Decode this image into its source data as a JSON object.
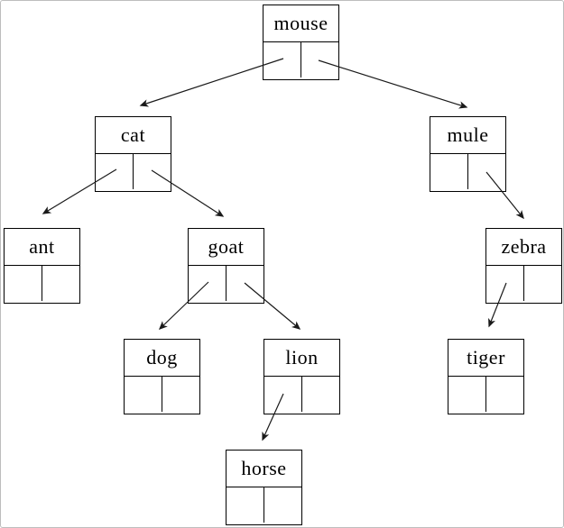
{
  "diagram": {
    "type": "binary-tree",
    "description": "Binary search tree of animal names; each node drawn as a record with a label cell on top and left/right pointer cells below",
    "root": "mouse",
    "nodes": [
      {
        "id": "mouse",
        "label": "mouse",
        "left_child": "cat",
        "right_child": "mule"
      },
      {
        "id": "cat",
        "label": "cat",
        "left_child": "ant",
        "right_child": "goat"
      },
      {
        "id": "mule",
        "label": "mule",
        "left_child": null,
        "right_child": "zebra"
      },
      {
        "id": "ant",
        "label": "ant",
        "left_child": null,
        "right_child": null
      },
      {
        "id": "goat",
        "label": "goat",
        "left_child": "dog",
        "right_child": "lion"
      },
      {
        "id": "zebra",
        "label": "zebra",
        "left_child": "tiger",
        "right_child": null
      },
      {
        "id": "dog",
        "label": "dog",
        "left_child": null,
        "right_child": null
      },
      {
        "id": "lion",
        "label": "lion",
        "left_child": "horse",
        "right_child": null
      },
      {
        "id": "tiger",
        "label": "tiger",
        "left_child": null,
        "right_child": null
      },
      {
        "id": "horse",
        "label": "horse",
        "left_child": null,
        "right_child": null
      }
    ],
    "edges": [
      {
        "from": "mouse",
        "via": "left-pointer",
        "to": "cat"
      },
      {
        "from": "mouse",
        "via": "right-pointer",
        "to": "mule"
      },
      {
        "from": "cat",
        "via": "left-pointer",
        "to": "ant"
      },
      {
        "from": "cat",
        "via": "right-pointer",
        "to": "goat"
      },
      {
        "from": "goat",
        "via": "left-pointer",
        "to": "dog"
      },
      {
        "from": "goat",
        "via": "right-pointer",
        "to": "lion"
      },
      {
        "from": "mule",
        "via": "right-pointer",
        "to": "zebra"
      },
      {
        "from": "zebra",
        "via": "left-pointer",
        "to": "tiger"
      },
      {
        "from": "lion",
        "via": "left-pointer",
        "to": "horse"
      }
    ],
    "colors": {
      "background": "#ffffff",
      "node_border": "#000000",
      "arrow": "#1a1a1a",
      "frame": "#bdbdbd"
    }
  }
}
